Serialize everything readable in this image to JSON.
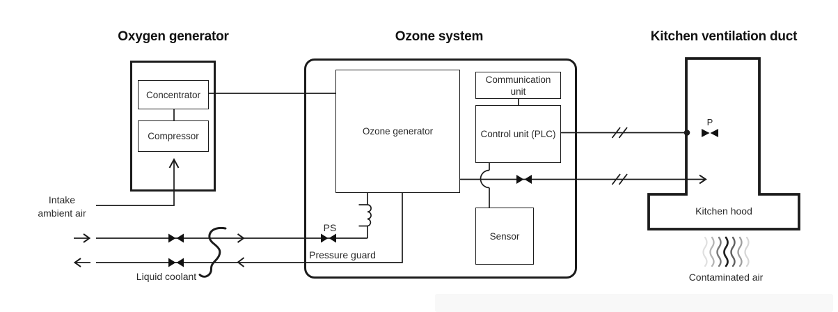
{
  "diagram": {
    "titles": {
      "oxygen_generator": "Oxygen generator",
      "ozone_system": "Ozone system",
      "kitchen_duct": "Kitchen ventilation duct"
    },
    "components": {
      "concentrator": "Concentrator",
      "compressor": "Compressor",
      "ozone_generator": "Ozone generator",
      "communication_unit": "Communication unit",
      "control_unit": "Control unit (PLC)",
      "sensor": "Sensor",
      "kitchen_hood": "Kitchen hood"
    },
    "labels": {
      "intake": "Intake ambient air",
      "liquid_coolant": "Liquid coolant",
      "pressure_switch": "PS",
      "pressure_guard": "Pressure guard",
      "pressure_point": "P",
      "contaminated_air": "Contaminated air"
    },
    "colors": {
      "line": "#1b1b1b",
      "text": "#2a2a2a",
      "background": "#ffffff"
    }
  }
}
